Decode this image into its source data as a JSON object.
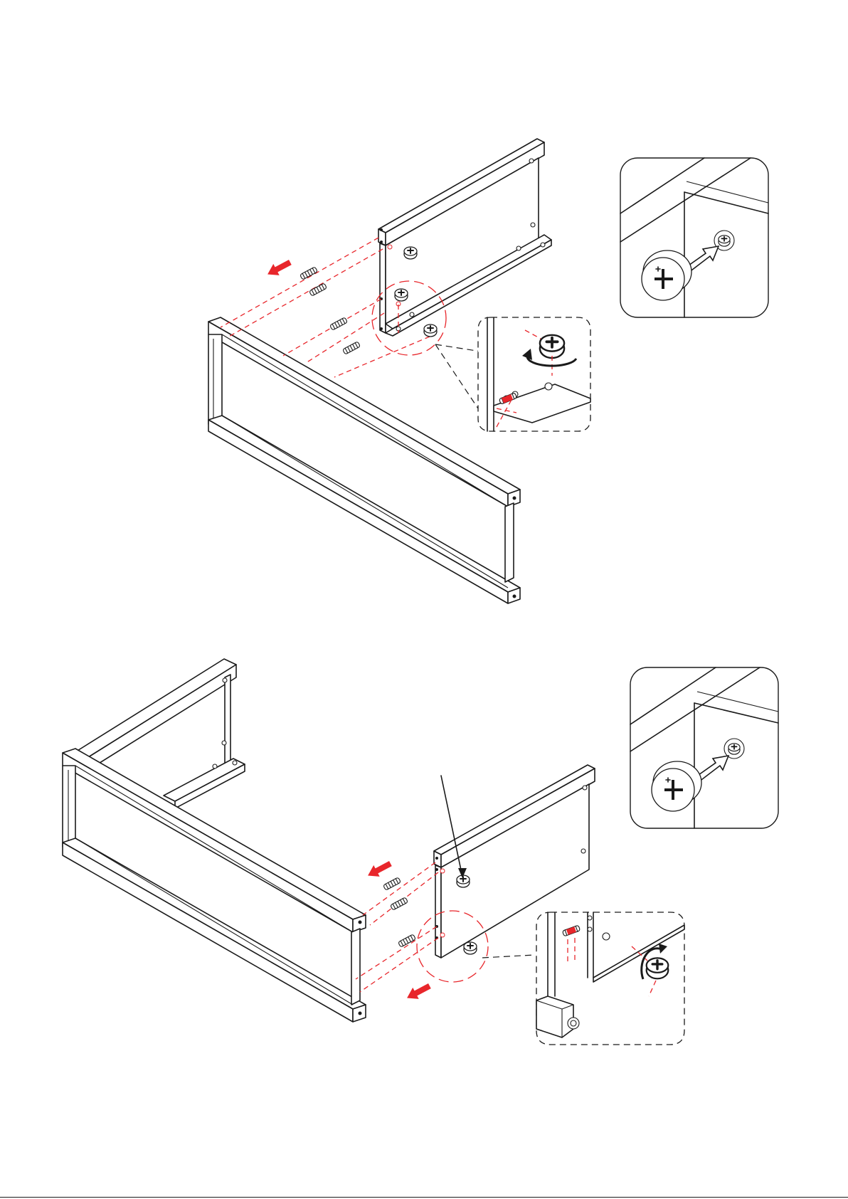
{
  "diagram": {
    "type": "assembly-instructions",
    "steps": [
      {
        "name": "step-upper",
        "parts": [
          "front-frame",
          "side-panel",
          "dowel",
          "cam-lock"
        ],
        "dowel_count": 4,
        "cam_lock_count": 3,
        "detail_views": [
          "cam-insert-detail",
          "cam-rotate-detail"
        ]
      },
      {
        "name": "step-lower",
        "parts": [
          "u-frame",
          "side-panel",
          "dowel",
          "cam-lock",
          "pointer-line"
        ],
        "dowel_count": 3,
        "cam_lock_count": 2,
        "detail_views": [
          "cam-insert-detail",
          "cam-rotate-detail"
        ]
      }
    ],
    "colors": {
      "ink": "#1a1a1a",
      "guide": "#e8262b",
      "paper": "#ffffff"
    },
    "icons": [
      "red-arrow-icon",
      "cam-lock-icon",
      "dowel-icon",
      "rotate-arrow-icon",
      "insert-arrow-icon"
    ]
  }
}
